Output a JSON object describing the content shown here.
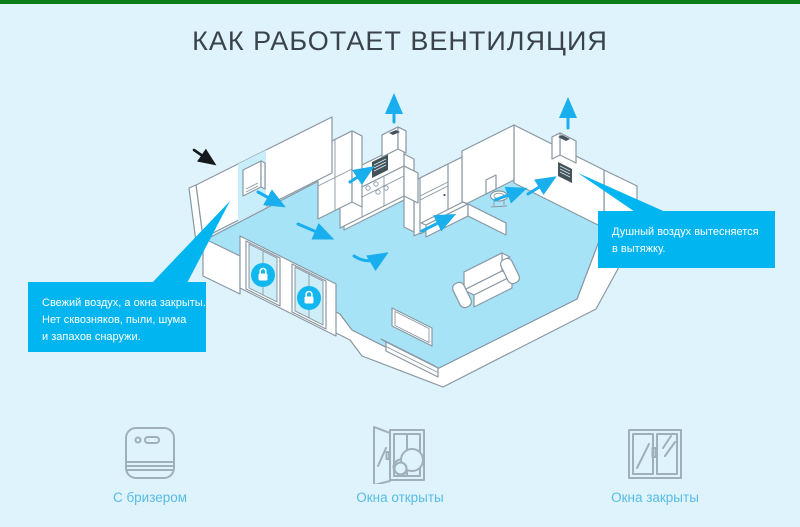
{
  "header": {
    "title": "КАК РАБОТАЕТ ВЕНТИЛЯЦИЯ"
  },
  "callouts": {
    "fresh_air": {
      "lines": [
        "Свежий воздух, а окна закрыты.",
        "Нет сквозняков, пыли, шума",
        "и запахов снаружи."
      ]
    },
    "exhaust": {
      "lines": [
        "Душный воздух вытесняется",
        "в вытяжку."
      ]
    }
  },
  "legend": {
    "items": [
      {
        "label": "С бризером",
        "icon": "breather-device-icon"
      },
      {
        "label": "Окна открыты",
        "icon": "window-open-icon"
      },
      {
        "label": "Окна закрыты",
        "icon": "window-closed-icon"
      }
    ]
  },
  "colors": {
    "background": "#def3fb",
    "top_border_green": "#0b7c19",
    "callout_cyan": "#00b5f0",
    "floor_cyan": "#a6e3f7",
    "arrow_cyan": "#19aeee",
    "outline_gray": "#8a98a3",
    "legend_label_blue": "#58bce6",
    "title_text": "#3a424b"
  }
}
